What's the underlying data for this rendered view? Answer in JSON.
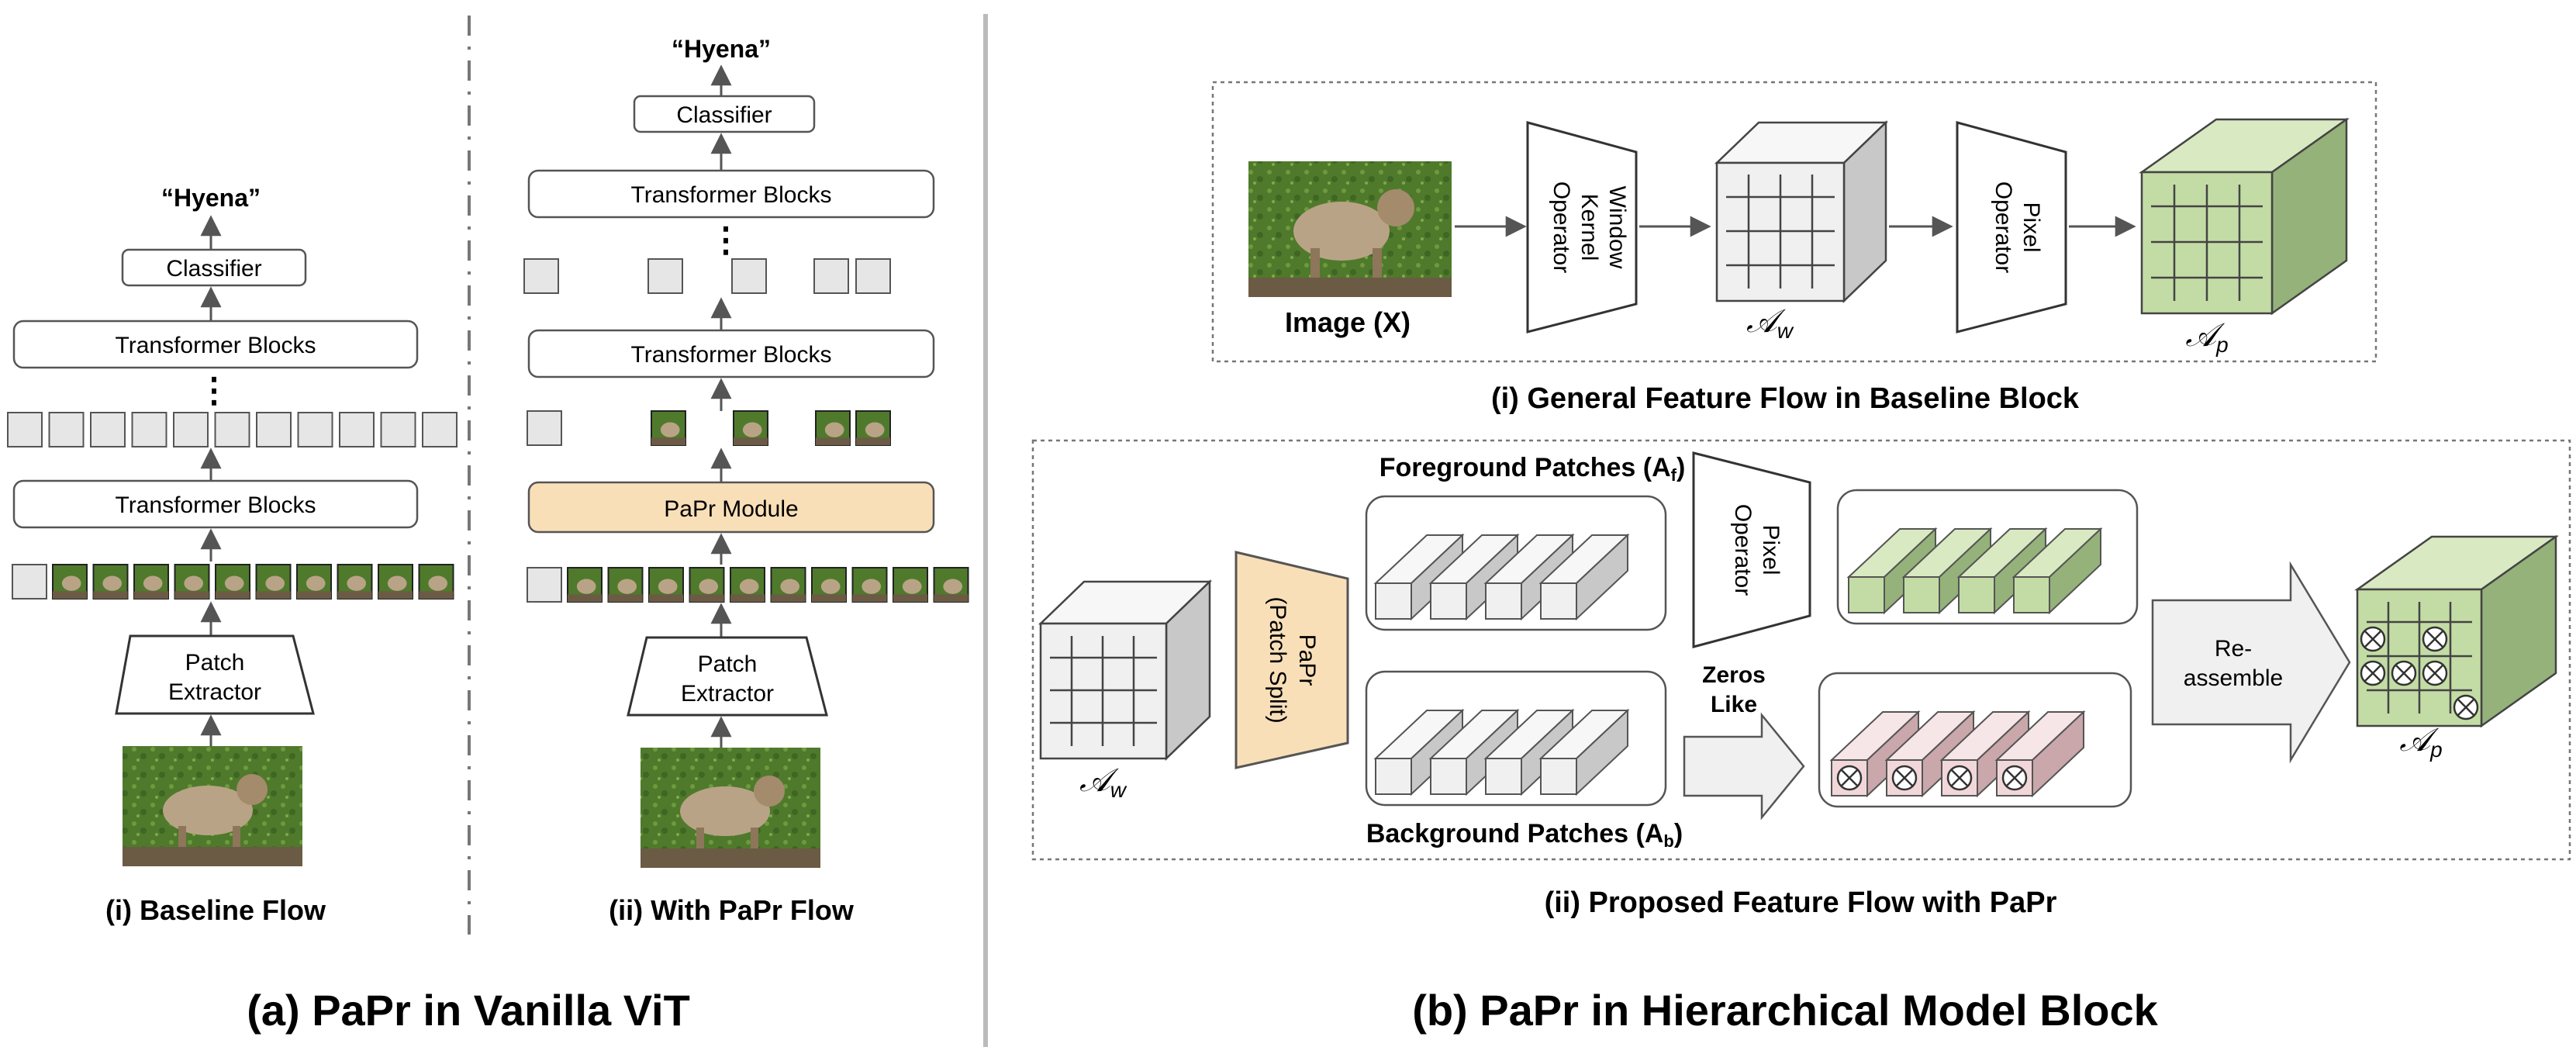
{
  "colors": {
    "stroke": "#555555",
    "patch_grey": "#e6e6e6",
    "papr_fill": "#f9dfb8",
    "green_front": "#c3dca5",
    "green_top": "#d9eac2",
    "green_side": "#94b27a",
    "pink_front": "#f1d7d9",
    "pink_top": "#f7e6e7",
    "pink_side": "#c9a7aa",
    "grey_front": "#f0f0f0",
    "grey_top": "#f7f7f7",
    "grey_side": "#c8c8c8",
    "divider": "#bbbbbb"
  },
  "panel_a": {
    "title": "(a) PaPr in Vanilla ViT",
    "baseline": {
      "caption": "(i) Baseline Flow",
      "output_label": "“Hyena”",
      "classifier": "Classifier",
      "transformer_top": "Transformer Blocks",
      "transformer_bottom": "Transformer Blocks",
      "patch_extractor_line1": "Patch",
      "patch_extractor_line2": "Extractor",
      "ellipsis": "⋮"
    },
    "papr": {
      "caption": "(ii) With PaPr Flow",
      "output_label": "“Hyena”",
      "classifier": "Classifier",
      "transformer_top": "Transformer Blocks",
      "transformer_bottom": "Transformer Blocks",
      "module": "PaPr Module",
      "patch_extractor_line1": "Patch",
      "patch_extractor_line2": "Extractor",
      "ellipsis": "⋮"
    }
  },
  "panel_b": {
    "title": "(b) PaPr in Hierarchical Model Block",
    "general": {
      "caption": "(i) General Feature Flow in Baseline Block",
      "image_label": "Image (X)",
      "window_op_line1": "Window",
      "window_op_line2": "Kernel",
      "window_op_line3": "Operator",
      "pixel_op_line1": "Pixel",
      "pixel_op_line2": "Operator",
      "aw_label": "𝒜",
      "aw_sub": "w",
      "ap_label": "𝒜",
      "ap_sub": "p"
    },
    "proposed": {
      "caption": "(ii) Proposed Feature Flow with PaPr",
      "foreground_label": "Foreground Patches (A",
      "foreground_sub": "f",
      "foreground_end": ")",
      "background_label": "Background Patches (A",
      "background_sub": "b",
      "background_end": ")",
      "papr_line1": "PaPr",
      "papr_line2": "(Patch Split)",
      "pixel_op_line1": "Pixel",
      "pixel_op_line2": "Operator",
      "zeros_line1": "Zeros",
      "zeros_line2": "Like",
      "reassemble_line1": "Re-",
      "reassemble_line2": "assemble",
      "aw_label": "𝒜",
      "aw_sub": "w",
      "ap_label": "𝒜",
      "ap_sub": "p"
    }
  }
}
